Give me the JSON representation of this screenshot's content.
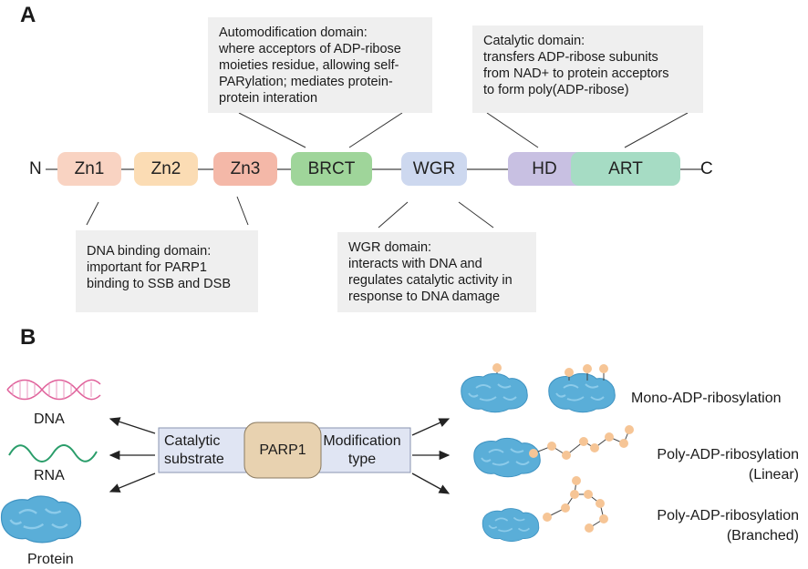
{
  "panel_a": {
    "letter": "A",
    "n_term": "N",
    "c_term": "C",
    "domains": {
      "zn1": {
        "label": "Zn1",
        "color": "#f9d3c2"
      },
      "zn2": {
        "label": "Zn2",
        "color": "#fbdcb4"
      },
      "zn3": {
        "label": "Zn3",
        "color": "#f4b8a8"
      },
      "brct": {
        "label": "BRCT",
        "color": "#9fd59a"
      },
      "wgr": {
        "label": "WGR",
        "color": "#cdd8ef"
      },
      "hd": {
        "label": "HD",
        "color": "#c8c0e2"
      },
      "art": {
        "label": "ART",
        "color": "#a6dcc4"
      }
    },
    "notes": {
      "automod": "Automodification domain:\nwhere acceptors of ADP-ribose\nmoieties residue, allowing self-\nPARylation; mediates protein-\nprotein interation",
      "catalytic": "Catalytic domain:\ntransfers ADP-ribose subunits\nfrom NAD+ to protein acceptors\nto form poly(ADP-ribose)",
      "dna_binding": "DNA binding domain:\nimportant for PARP1\nbinding to SSB and DSB",
      "wgr": " WGR domain:\ninteracts with DNA and\nregulates catalytic activity in\nresponse to DNA damage"
    }
  },
  "panel_b": {
    "letter": "B",
    "substrates": {
      "dna": "DNA",
      "rna": "RNA",
      "protein": "Protein"
    },
    "left_box": "Catalytic\nsubstrate",
    "center": "PARP1",
    "right_box": "Modification\ntype",
    "modifications": {
      "mono": "Mono-ADP-ribosylation",
      "linear": "Poly-ADP-ribosylation\n(Linear)",
      "branched": "Poly-ADP-ribosylation\n(Branched)"
    },
    "colors": {
      "protein": "#5aaed8",
      "adp_ribose": "#f6c596",
      "box": "#e0e5f3",
      "parp1": "#e8d2b0",
      "dna": "#e0609a",
      "rna": "#2a9d6a"
    }
  }
}
